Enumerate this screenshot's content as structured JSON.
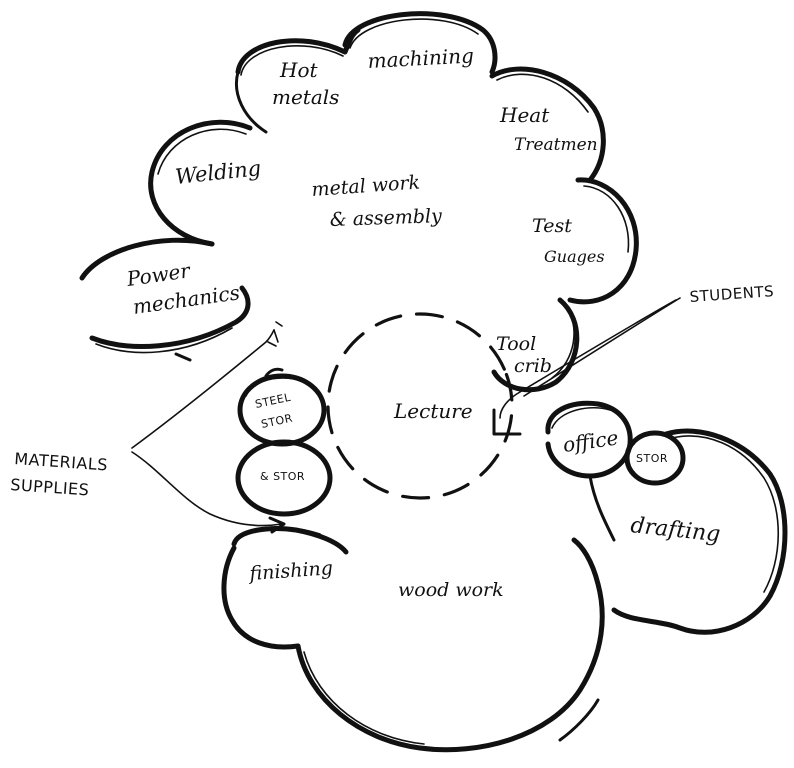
{
  "diagram": {
    "spaces": {
      "hot_metals": [
        "Hot",
        "metals"
      ],
      "machining": "machining",
      "heat_treatment": [
        "Heat",
        "Treatmen"
      ],
      "welding": "Welding",
      "metal_work": [
        "metal work",
        "& assembly"
      ],
      "test_guages": [
        "Test",
        "Guages"
      ],
      "power_mechanics": [
        "Power",
        "mechanics"
      ],
      "tool_crib": [
        "Tool",
        "crib"
      ],
      "lecture": "Lecture",
      "steel_stor": [
        "STEEL",
        "STOR"
      ],
      "stor": "& STOR",
      "office": "office",
      "stor_small": "STOR",
      "drafting": "drafting",
      "finishing": "finishing",
      "wood_work": "wood work"
    },
    "annotations": {
      "students": "STUDENTS",
      "materials_supplies": [
        "MATERIALS",
        "SUPPLIES"
      ]
    }
  }
}
